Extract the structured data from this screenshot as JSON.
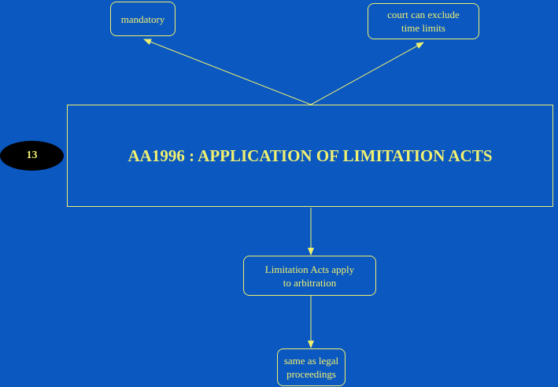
{
  "slide_number": "13",
  "title": "AA1996 : APPLICATION OF LIMITATION ACTS",
  "nodes": {
    "mandatory": "mandatory",
    "court_exclude": "court can exclude\ntime limits",
    "limitation_apply": "Limitation Acts apply\nto arbitration",
    "same_as_legal": "same as legal\nproceedings"
  },
  "colors": {
    "background": "#0a58c0",
    "foreground": "#f0f070",
    "badge": "#000000"
  }
}
